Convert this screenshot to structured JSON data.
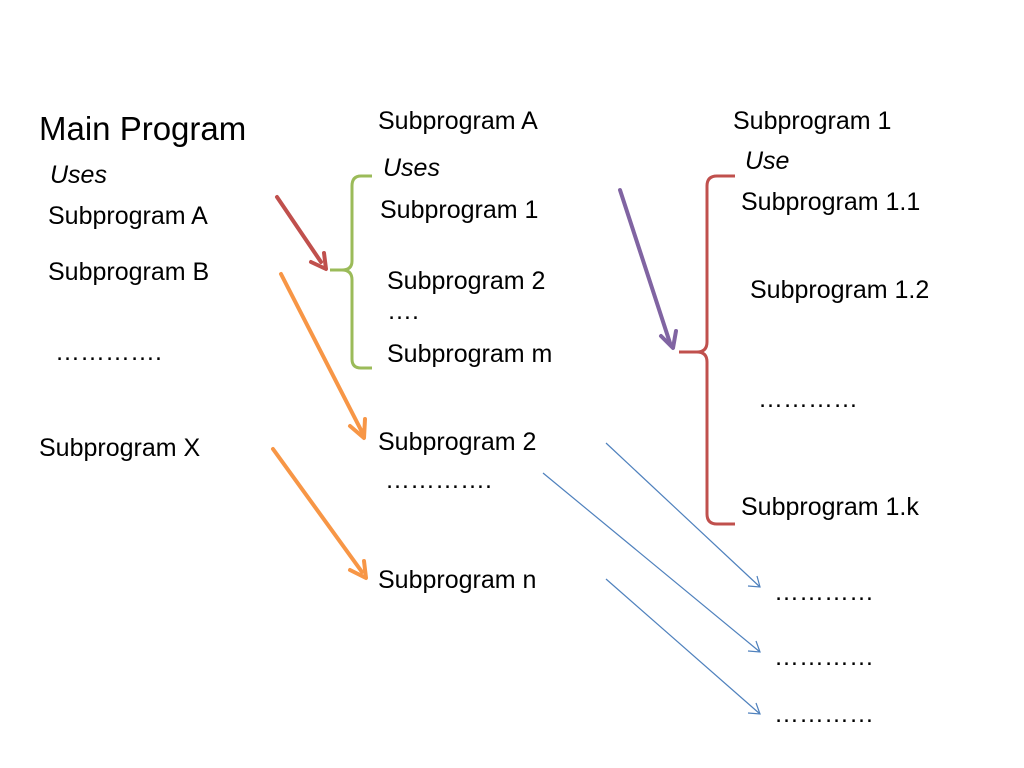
{
  "colors": {
    "red_arrow": "#c0504d",
    "green_brace": "#9bbb59",
    "orange_arrow": "#f79646",
    "purple_arrow": "#8064a2",
    "red_brace": "#c0504d",
    "blue_arrow": "#4f81bd"
  },
  "main_column": {
    "title": "Main Program",
    "uses": "Uses",
    "sub_a": "Subprogram A",
    "sub_b": "Subprogram B",
    "dots": "………….",
    "sub_x": "Subprogram X"
  },
  "middle_column": {
    "title": "Subprogram A",
    "uses": "Uses",
    "sub_1": "Subprogram 1",
    "sub_2": "Subprogram 2",
    "dots_short": "….",
    "sub_m": "Subprogram m",
    "sub_2_detail": "Subprogram 2",
    "dots": "………….",
    "sub_n": "Subprogram n"
  },
  "right_column": {
    "title": "Subprogram 1",
    "use": "Use",
    "sub_1_1": "Subprogram 1.1",
    "sub_1_2": "Subprogram 1.2",
    "dots": "…………",
    "sub_1_k": "Subprogram 1.k",
    "dots_1": "…………",
    "dots_2": "…………",
    "dots_3": "…………"
  }
}
